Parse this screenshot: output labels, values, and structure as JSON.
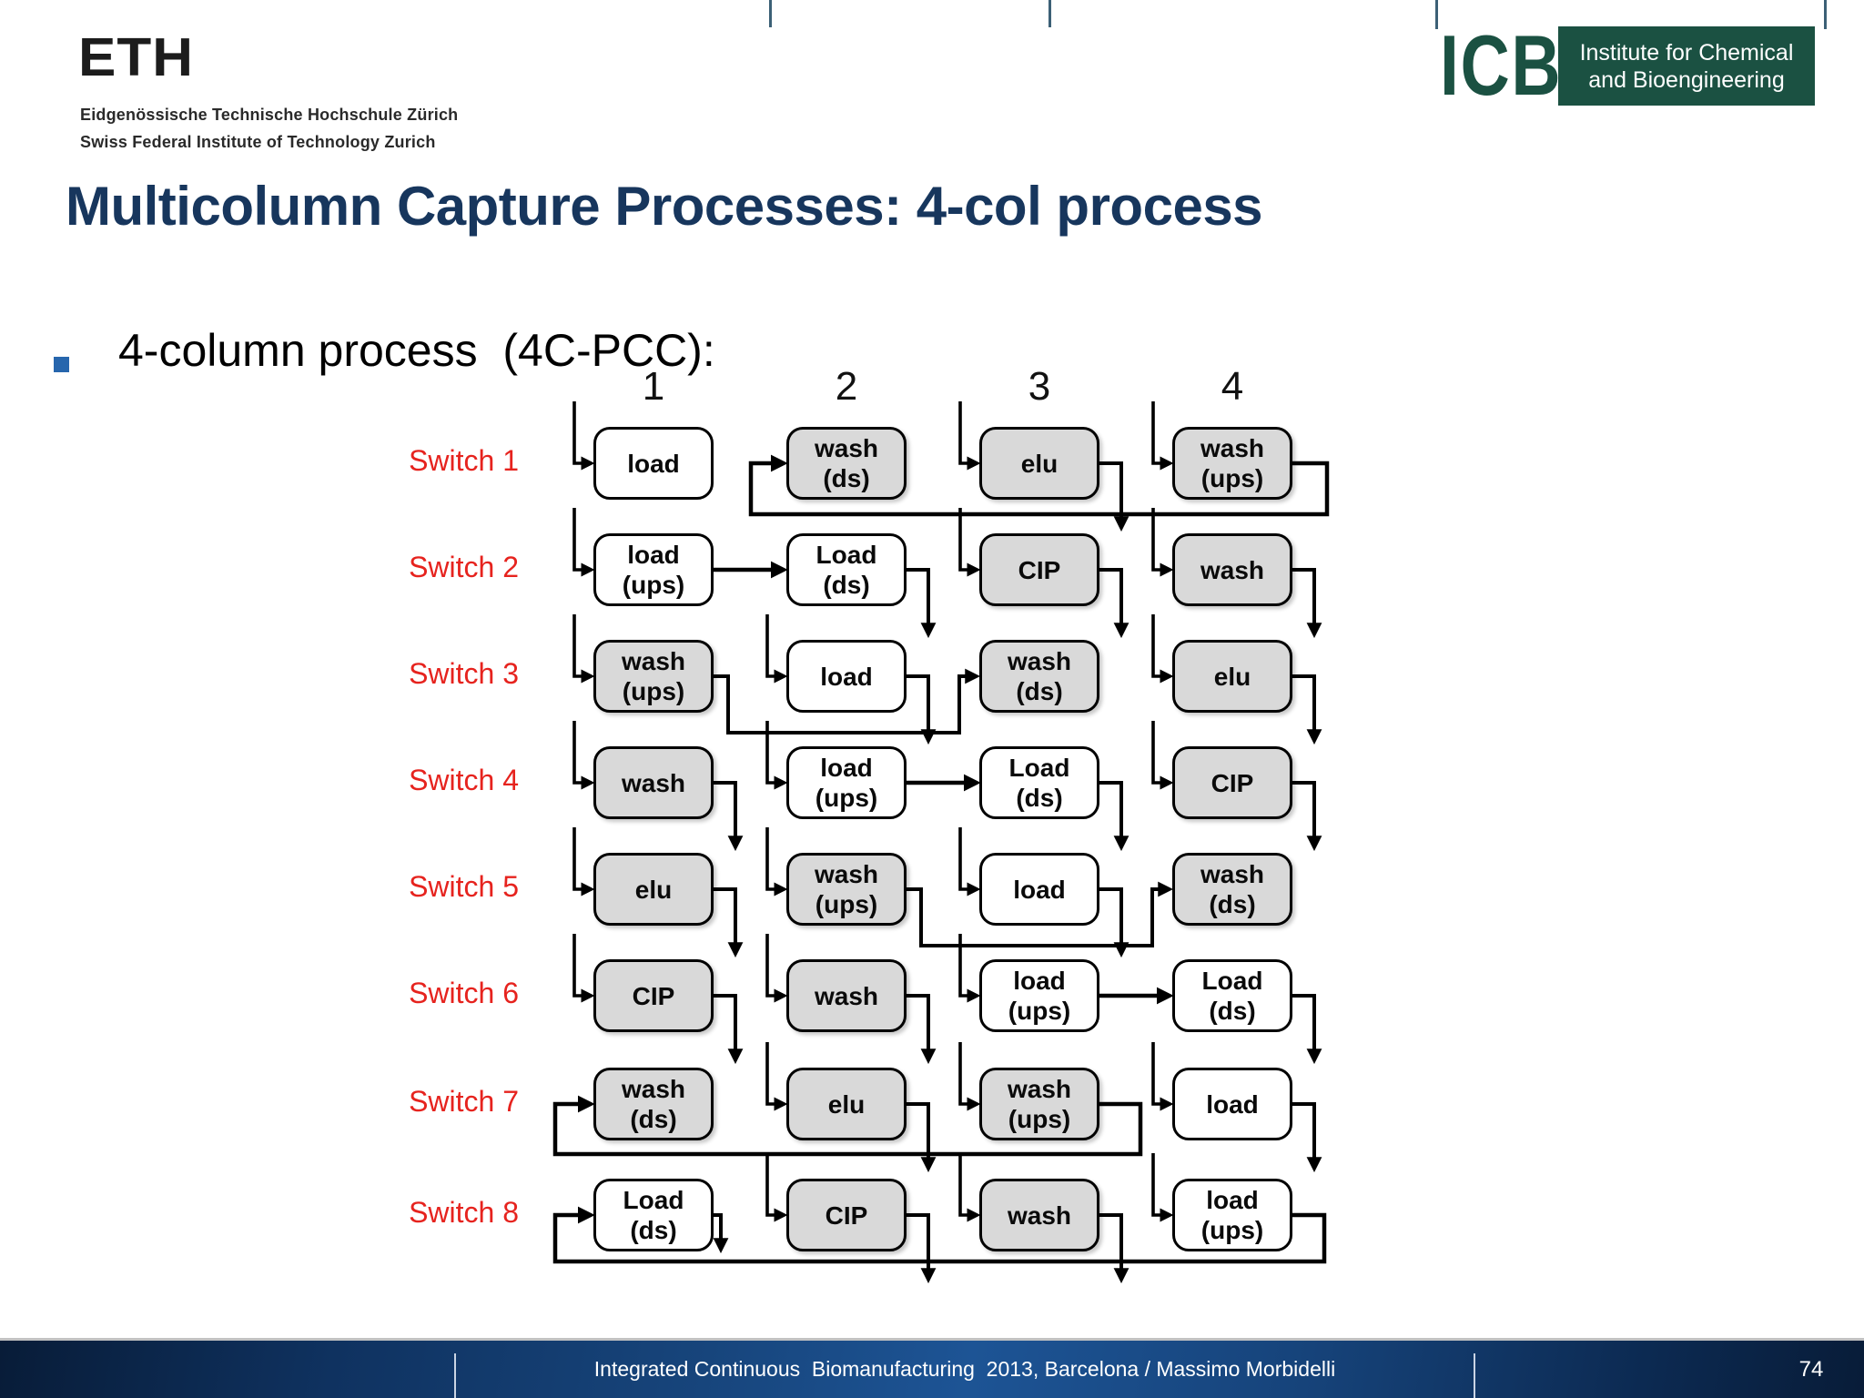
{
  "header": {
    "eth": {
      "wordmark": "ETH",
      "line1": "Eidgenössische Technische Hochschule Zürich",
      "line2": "Swiss Federal Institute of Technology Zurich"
    },
    "icb": {
      "acronym": "ICB",
      "line1": "Institute for Chemical",
      "line2": "and Bioengineering"
    }
  },
  "title": "Multicolumn Capture Processes: 4-col process",
  "bullet": {
    "text": "4-column process  (4C-PCC):"
  },
  "diagram": {
    "column_headers": [
      "1",
      "2",
      "3",
      "4"
    ],
    "rows": [
      {
        "label": "Switch 1",
        "cells": [
          {
            "lines": [
              "load"
            ],
            "shaded": false,
            "inlet": true
          },
          {
            "lines": [
              "wash",
              "(ds)"
            ],
            "shaded": true
          },
          {
            "lines": [
              "elu"
            ],
            "shaded": true,
            "inlet": true,
            "outlet": true
          },
          {
            "lines": [
              "wash",
              "(ups)"
            ],
            "shaded": true,
            "inlet": true
          }
        ],
        "link": {
          "type": "feedback",
          "from": 4,
          "to": 2
        }
      },
      {
        "label": "Switch 2",
        "cells": [
          {
            "lines": [
              "load",
              "(ups)"
            ],
            "shaded": false,
            "inlet": true
          },
          {
            "lines": [
              "Load",
              "(ds)"
            ],
            "shaded": false,
            "outlet": true
          },
          {
            "lines": [
              "CIP"
            ],
            "shaded": true,
            "inlet": true,
            "outlet": true
          },
          {
            "lines": [
              "wash"
            ],
            "shaded": true,
            "inlet": true,
            "outlet": true
          }
        ],
        "link": {
          "type": "series",
          "from": 1,
          "to": 2
        }
      },
      {
        "label": "Switch 3",
        "cells": [
          {
            "lines": [
              "wash",
              "(ups)"
            ],
            "shaded": true,
            "inlet": true
          },
          {
            "lines": [
              "load"
            ],
            "shaded": false,
            "inlet": true,
            "outlet": true
          },
          {
            "lines": [
              "wash",
              "(ds)"
            ],
            "shaded": true
          },
          {
            "lines": [
              "elu"
            ],
            "shaded": true,
            "inlet": true,
            "outlet": true
          }
        ],
        "link": {
          "type": "bypass",
          "from": 1,
          "to": 3
        }
      },
      {
        "label": "Switch 4",
        "cells": [
          {
            "lines": [
              "wash"
            ],
            "shaded": true,
            "inlet": true,
            "outlet": true
          },
          {
            "lines": [
              "load",
              "(ups)"
            ],
            "shaded": false,
            "inlet": true
          },
          {
            "lines": [
              "Load",
              "(ds)"
            ],
            "shaded": false,
            "outlet": true
          },
          {
            "lines": [
              "CIP"
            ],
            "shaded": true,
            "inlet": true,
            "outlet": true
          }
        ],
        "link": {
          "type": "series",
          "from": 2,
          "to": 3
        }
      },
      {
        "label": "Switch 5",
        "cells": [
          {
            "lines": [
              "elu"
            ],
            "shaded": true,
            "inlet": true,
            "outlet": true
          },
          {
            "lines": [
              "wash",
              "(ups)"
            ],
            "shaded": true,
            "inlet": true
          },
          {
            "lines": [
              "load"
            ],
            "shaded": false,
            "inlet": true,
            "outlet": true
          },
          {
            "lines": [
              "wash",
              "(ds)"
            ],
            "shaded": true
          }
        ],
        "link": {
          "type": "bypass",
          "from": 2,
          "to": 4
        }
      },
      {
        "label": "Switch 6",
        "cells": [
          {
            "lines": [
              "CIP"
            ],
            "shaded": true,
            "inlet": true,
            "outlet": true
          },
          {
            "lines": [
              "wash"
            ],
            "shaded": true,
            "inlet": true,
            "outlet": true
          },
          {
            "lines": [
              "load",
              "(ups)"
            ],
            "shaded": false,
            "inlet": true
          },
          {
            "lines": [
              "Load",
              "(ds)"
            ],
            "shaded": false,
            "outlet": true
          }
        ],
        "link": {
          "type": "series",
          "from": 3,
          "to": 4
        }
      },
      {
        "label": "Switch 7",
        "cells": [
          {
            "lines": [
              "wash",
              "(ds)"
            ],
            "shaded": true
          },
          {
            "lines": [
              "elu"
            ],
            "shaded": true,
            "inlet": true,
            "outlet": true
          },
          {
            "lines": [
              "wash",
              "(ups)"
            ],
            "shaded": true,
            "inlet": true
          },
          {
            "lines": [
              "load"
            ],
            "shaded": false,
            "inlet": true,
            "outlet": true
          }
        ],
        "link": {
          "type": "feedback",
          "from": 3,
          "to": 1
        }
      },
      {
        "label": "Switch 8",
        "cells": [
          {
            "lines": [
              "Load",
              "(ds)"
            ],
            "shaded": false,
            "outlet": true
          },
          {
            "lines": [
              "CIP"
            ],
            "shaded": true,
            "inlet": true,
            "outlet": true
          },
          {
            "lines": [
              "wash"
            ],
            "shaded": true,
            "inlet": true,
            "outlet": true
          },
          {
            "lines": [
              "load",
              "(ups)"
            ],
            "shaded": false,
            "inlet": true
          }
        ],
        "link": {
          "type": "feedback",
          "from": 4,
          "to": 1
        }
      }
    ]
  },
  "footer": {
    "citation": "Integrated Continuous  Biomanufacturing  2013, Barcelona / Massimo Morbidelli",
    "page": "74"
  },
  "colors": {
    "title_blue": "#17365d",
    "switch_red": "#e6231e",
    "box_gray": "#d9d9d9",
    "icb_green": "#1b5142",
    "bullet_blue": "#2766ad",
    "arrow_black": "#000000"
  }
}
